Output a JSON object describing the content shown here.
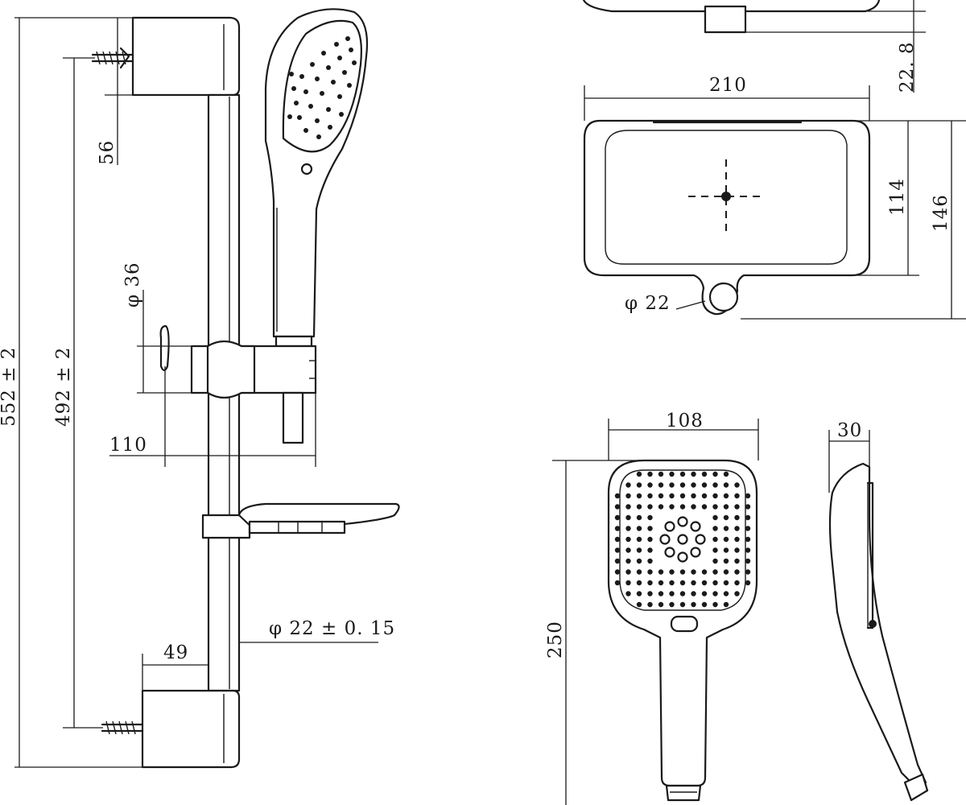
{
  "dimensions": {
    "overall_height": "552 ± 2",
    "mount_spacing": "492 ± 2",
    "bracket_height": "56",
    "holder_diameter": "φ 36",
    "holder_projection": "110",
    "bar_diameter": "φ 22 ± 0. 15",
    "wall_offset": "49",
    "dish_thickness": "22. 8",
    "dish_width": "210",
    "dish_inner_depth": "114",
    "dish_depth": "146",
    "dish_hole_diameter": "φ 22",
    "head_width": "108",
    "head_length": "250",
    "head_thickness": "30"
  },
  "colors": {
    "line": "#1a1a1a",
    "background": "#ffffff"
  }
}
